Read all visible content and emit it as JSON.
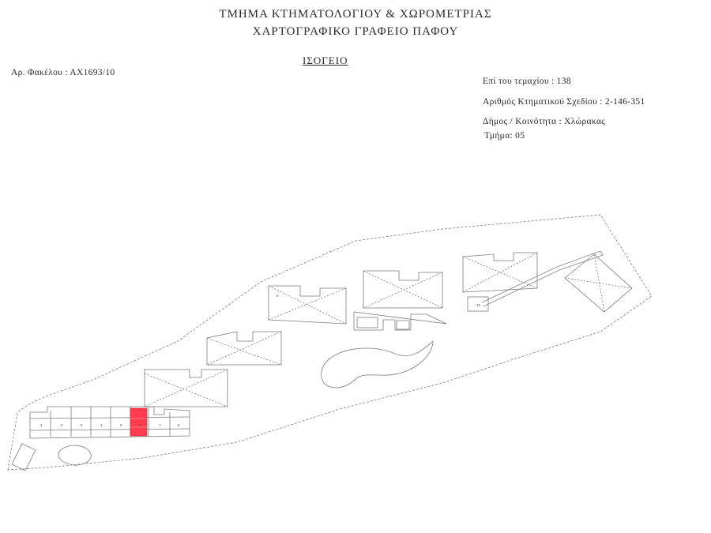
{
  "header": {
    "line1": "ΤΜΗΜΑ ΚΤΗΜΑΤΟΛΟΓΙΟΥ & ΧΩΡΟΜΕΤΡΙΑΣ",
    "line2": "ΧΑΡΤΟΓΡΑΦΙΚΟ ΓΡΑΦΕΙΟ ΠΑΦΟΥ"
  },
  "floor_label": "ΙΣΟΓΕΙΟ",
  "file_number": "Αρ. Φακέλου : ΑΧ1693/10",
  "parcel_info": {
    "parcel": "Επί του τεμαχίου : 138",
    "sheet": "Αριθμός Κτηματικού Σχεδίου : 2-146-351",
    "municipality": "Δήμος / Κοινότητα : Χλώρακας",
    "section": "Τμήμα: 05"
  },
  "plan_labels": {
    "row_units": [
      "1",
      "2",
      "3",
      "4",
      "5",
      "6",
      "7",
      "8"
    ],
    "small_building": "10",
    "building_west": "9"
  },
  "colors": {
    "highlight": "#ff3b4e",
    "line": "#7a7a7a",
    "boundary": "#8a8a8a"
  }
}
